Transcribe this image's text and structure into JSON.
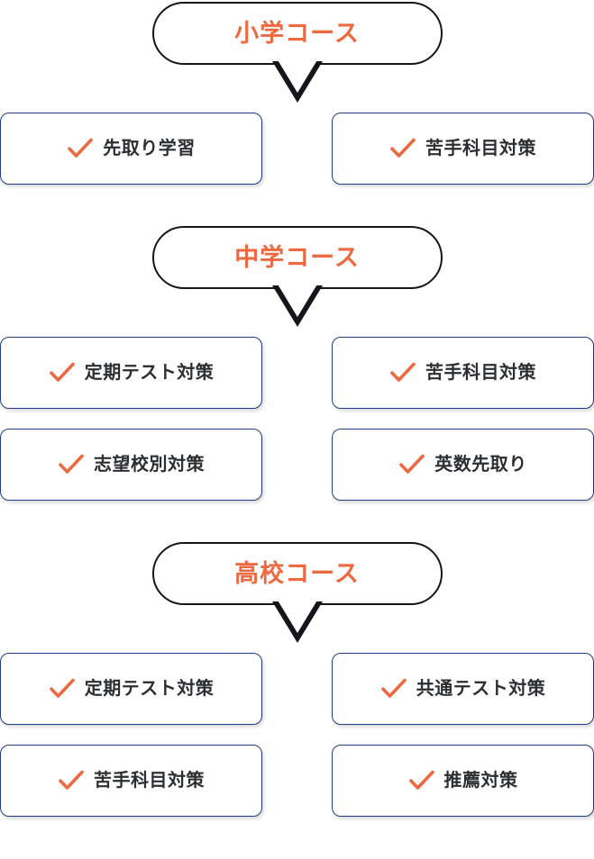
{
  "theme": {
    "accent_orange": "#ec6941",
    "card_border_blue": "#1f3d86",
    "bubble_border": "#14161c",
    "text_dark": "#2b2f33",
    "background": "#ffffff"
  },
  "sections": [
    {
      "id": "elementary",
      "title": "小学コース",
      "items": [
        {
          "icon": "check-icon",
          "label": "先取り学習"
        },
        {
          "icon": "check-icon",
          "label": "苦手科目対策"
        }
      ]
    },
    {
      "id": "junior",
      "title": "中学コース",
      "items": [
        {
          "icon": "check-icon",
          "label": "定期テスト対策"
        },
        {
          "icon": "check-icon",
          "label": "苦手科目対策"
        },
        {
          "icon": "check-icon",
          "label": "志望校別対策"
        },
        {
          "icon": "check-icon",
          "label": "英数先取り"
        }
      ]
    },
    {
      "id": "high",
      "title": "高校コース",
      "items": [
        {
          "icon": "check-icon",
          "label": "定期テスト対策"
        },
        {
          "icon": "check-icon",
          "label": "共通テスト対策"
        },
        {
          "icon": "check-icon",
          "label": "苦手科目対策"
        },
        {
          "icon": "check-icon",
          "label": "推薦対策"
        }
      ]
    }
  ]
}
